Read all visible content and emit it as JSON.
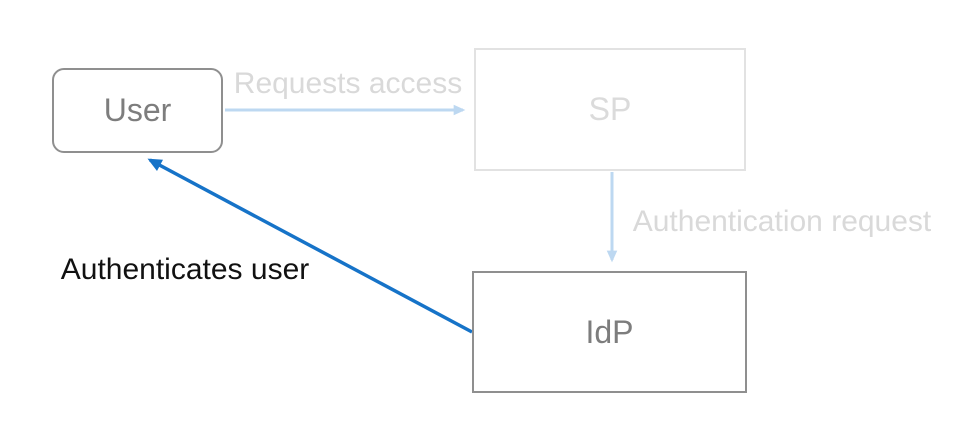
{
  "diagram": {
    "nodes": {
      "user": {
        "label": "User",
        "state": "active"
      },
      "sp": {
        "label": "SP",
        "state": "inactive"
      },
      "idp": {
        "label": "IdP",
        "state": "active"
      }
    },
    "edges": {
      "requests_access": {
        "label": "Requests access",
        "from": "User",
        "to": "SP",
        "state": "inactive"
      },
      "auth_request": {
        "label": "Authentication request",
        "from": "SP",
        "to": "IdP",
        "state": "inactive"
      },
      "authenticates_user": {
        "label": "Authenticates user",
        "from": "IdP",
        "to": "User",
        "state": "active"
      }
    },
    "colors": {
      "background": "#ffffff",
      "node_stroke": "#8f8f8f",
      "node_text": "#7d7d7d",
      "inactive_stroke": "#e2e2e2",
      "inactive_text": "#dbdbdb",
      "inactive_label_text": "#d9d9d9",
      "active_label_text": "#111111",
      "edge_light": "#bdd8f1",
      "edge_active": "#1673c8"
    }
  }
}
